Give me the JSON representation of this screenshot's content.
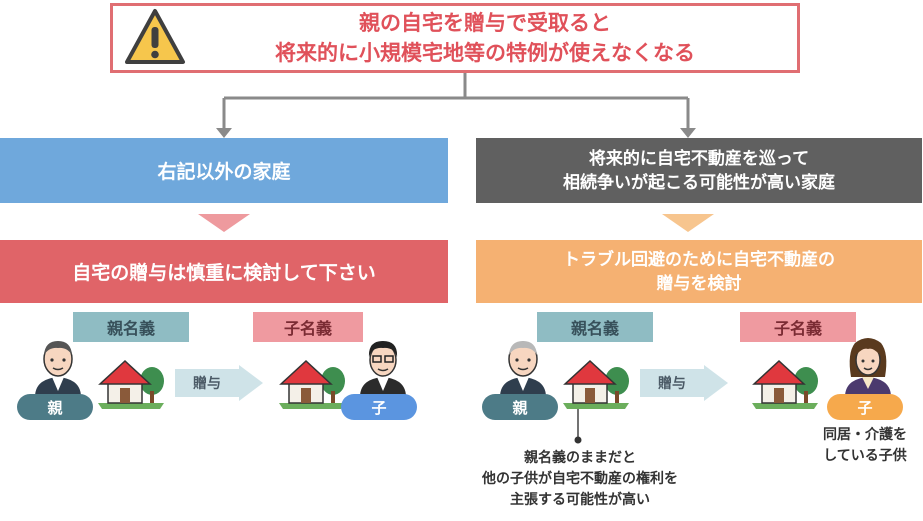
{
  "header": {
    "title_line1": "親の自宅を贈与で受取ると",
    "title_line2": "将来的に小規模宅地等の特例が使えなくなる",
    "icon": "warning-icon"
  },
  "left": {
    "category": "右記以外の家庭",
    "recommendation": "自宅の贈与は慎重に検討して下さい",
    "giver_tag": "親名義",
    "receiver_tag": "子名義",
    "giver_label": "親",
    "receiver_label": "子",
    "action": "贈与"
  },
  "right": {
    "category_line1": "将来的に自宅不動産を巡って",
    "category_line2": "相続争いが起こる可能性が高い家庭",
    "recommendation_line1": "トラブル回避のために自宅不動産の",
    "recommendation_line2": "贈与を検討",
    "giver_tag": "親名義",
    "receiver_tag": "子名義",
    "giver_label": "親",
    "receiver_label": "子",
    "action": "贈与",
    "note_lines": [
      "親名義のままだと",
      "他の子供が自宅不動産の権利を",
      "主張する可能性が高い"
    ],
    "receiver_note_lines": [
      "同居・介護を",
      "している子供"
    ]
  },
  "colors": {
    "red": "#e06468",
    "blue": "#6fa8dc",
    "dark": "#606060",
    "orange": "#f5b172",
    "teal": "#8fbcc3",
    "pink": "#ef9aa0",
    "child_blue": "#5b95e0",
    "child_orange": "#f6a94c",
    "parent_pill": "#4d7b87"
  }
}
